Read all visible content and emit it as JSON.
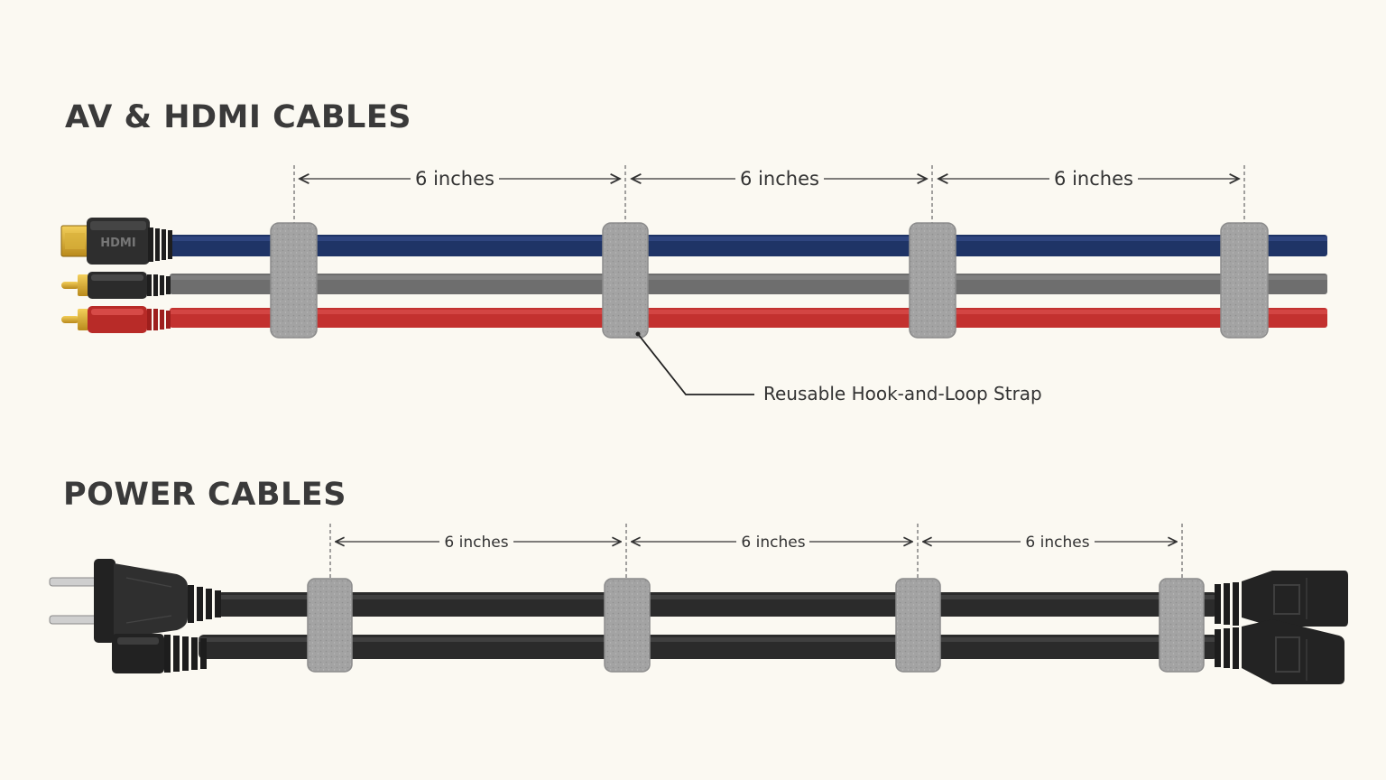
{
  "sections": [
    {
      "title": "AV & HDMI CABLES",
      "cables": [
        {
          "connector": "hdmi-connector-icon",
          "color": "#1f3466",
          "label": "HDMI"
        },
        {
          "connector": "rca-connector-icon",
          "color": "#6e6e6e"
        },
        {
          "connector": "rca-connector-icon",
          "color": "#c3312f"
        }
      ],
      "spacing_labels": [
        "6 inches",
        "6 inches",
        "6 inches"
      ],
      "callout": "Reusable Hook-and-Loop Strap"
    },
    {
      "title": "POWER CABLES",
      "cables": [
        {
          "connector": "ac-plug-icon",
          "color": "#2b2b2b",
          "end": "iec-c13-connector-icon"
        },
        {
          "connector": "iec-connector-icon",
          "color": "#2b2b2b",
          "end": "iec-c13-connector-icon"
        }
      ],
      "spacing_labels": [
        "6 inches",
        "6 inches",
        "6 inches"
      ]
    }
  ],
  "colors": {
    "background": "#fbf9f2",
    "strap": "#a3a3a3",
    "text": "#333333"
  }
}
